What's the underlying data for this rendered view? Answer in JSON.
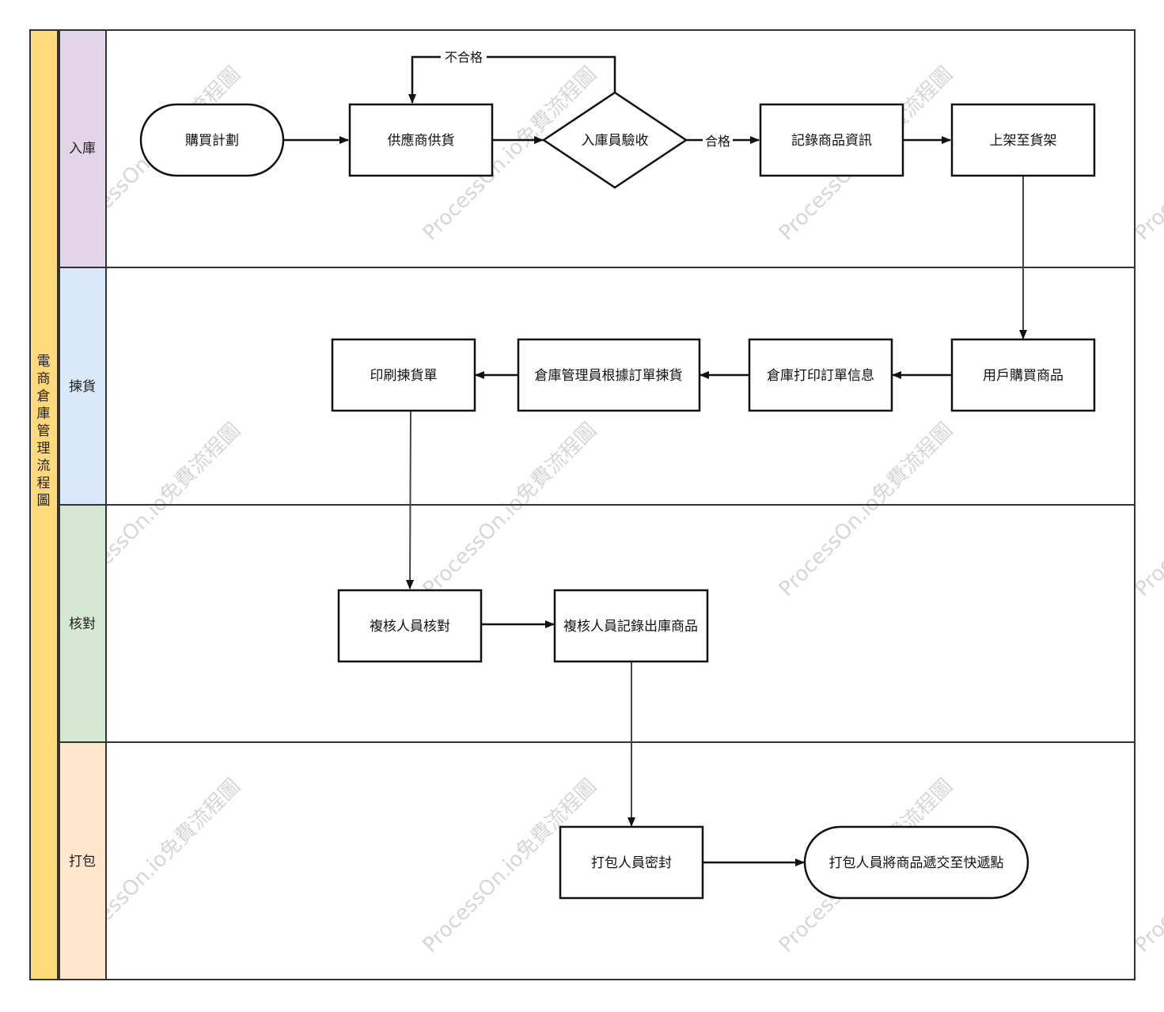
{
  "diagram": {
    "title": "電商倉庫管理流程圖",
    "watermark": "ProcessOn.io免費流程圖",
    "colors": {
      "pool_header": "#ffd97a",
      "lane_inbound": "#e1d5e7",
      "lane_picking": "#dae8fc",
      "lane_check": "#d5e8d4",
      "lane_pack": "#ffe6cc",
      "border": "#333333"
    },
    "lanes": [
      {
        "id": "inbound",
        "label": "入庫"
      },
      {
        "id": "picking",
        "label": "揀貨"
      },
      {
        "id": "check",
        "label": "核對"
      },
      {
        "id": "pack",
        "label": "打包"
      }
    ],
    "nodes": {
      "purchase_plan": "購買計劃",
      "supplier_supply": "供應商供貨",
      "inspection": "入庫員驗收",
      "record_info": "記錄商品資訊",
      "shelve": "上架至貨架",
      "user_buy": "用戶購買商品",
      "print_order": "倉庫打印訂單信息",
      "manager_pick": "倉庫管理員根據訂單揀貨",
      "print_pick_list": "印刷揀貨單",
      "reviewer_check": "複核人員核對",
      "reviewer_record": "複核人員記錄出庫商品",
      "packer_seal": "打包人員密封",
      "deliver": "打包人員將商品遞交至快遞點"
    },
    "edge_labels": {
      "fail": "不合格",
      "pass": "合格"
    }
  }
}
